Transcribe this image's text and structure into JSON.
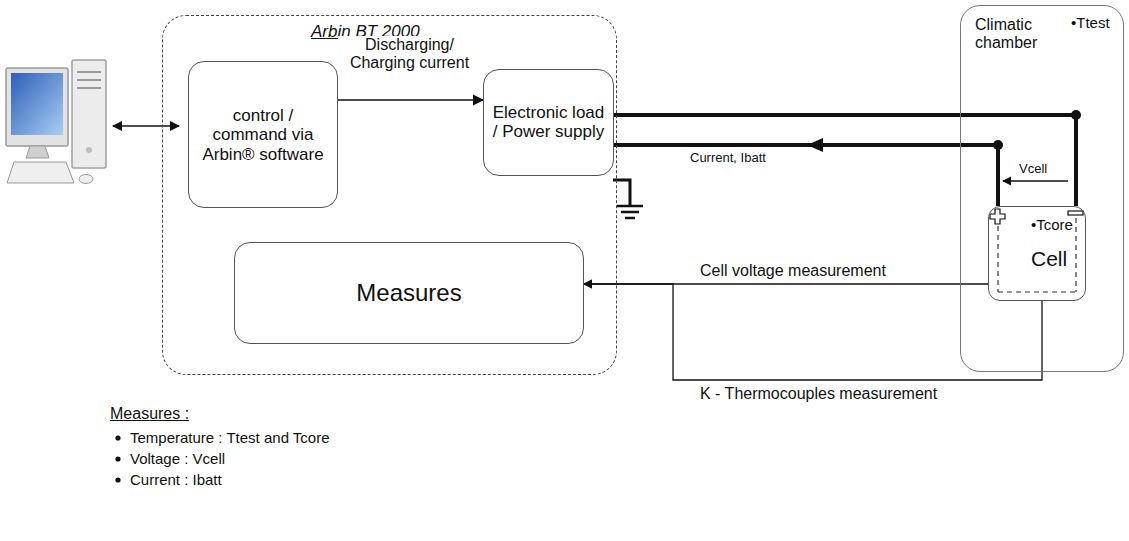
{
  "diagram": {
    "nodes": [
      {
        "text": [
          "Arbin BT 2000"
        ]
      },
      {
        "text": [
          "control / command via Arbin® software"
        ],
        "in": 0
      },
      {
        "text": [
          "Electronic load / Power supply"
        ],
        "in": 0
      },
      {
        "text": [
          "Measures"
        ],
        "in": 0
      },
      {
        "text": [
          "Climatic chamber",
          "•Ttest"
        ]
      },
      {
        "text": [
          "•Tcore",
          "Cell"
        ],
        "in": 4
      }
    ],
    "edges": [
      {
        "from": 1,
        "to": 2,
        "arrow": "to",
        "label": "Discharging/ Charging current"
      },
      {
        "from": 2,
        "to": 5,
        "arrow": "none"
      },
      {
        "from": 5,
        "to": 2,
        "arrow": "to",
        "label": "Current, Ibatt"
      },
      {
        "from": 5,
        "to": 3,
        "arrow": "to",
        "label": "Cell voltage measurement"
      },
      {
        "from": 5,
        "to": 3,
        "arrow": "to",
        "label": "K - Thermocouples measurement"
      }
    ],
    "labels": [
      "Vcell",
      "Measures :",
      "Temperature : Ttest and Tcore",
      "Voltage : Vcell",
      "Current : Ibatt"
    ]
  }
}
